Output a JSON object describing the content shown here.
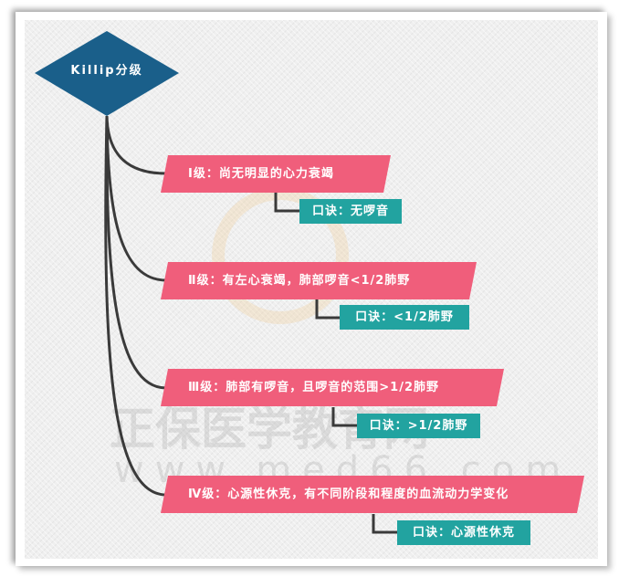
{
  "root": {
    "label": "Killip分级"
  },
  "levels": [
    {
      "label": "Ⅰ级：尚无明显的心力衰竭",
      "mnemonic": "口诀：无啰音"
    },
    {
      "label": "Ⅱ级：有左心衰竭，肺部啰音<1/2肺野",
      "mnemonic": "口诀：<1/2肺野"
    },
    {
      "label": "Ⅲ级：肺部有啰音，且啰音的范围>1/2肺野",
      "mnemonic": "口诀：>1/2肺野"
    },
    {
      "label": "Ⅳ级：心源性休克，有不同阶段和程度的血流动力学变化",
      "mnemonic": "口诀：心源性休克"
    }
  ],
  "watermark": {
    "name": "正保医学教育网",
    "url": "www.med66.com"
  },
  "colors": {
    "root": "#1a5f8a",
    "level": "#f05e7b",
    "mnemonic": "#22a3a0",
    "connector": "#3a3a3a"
  }
}
